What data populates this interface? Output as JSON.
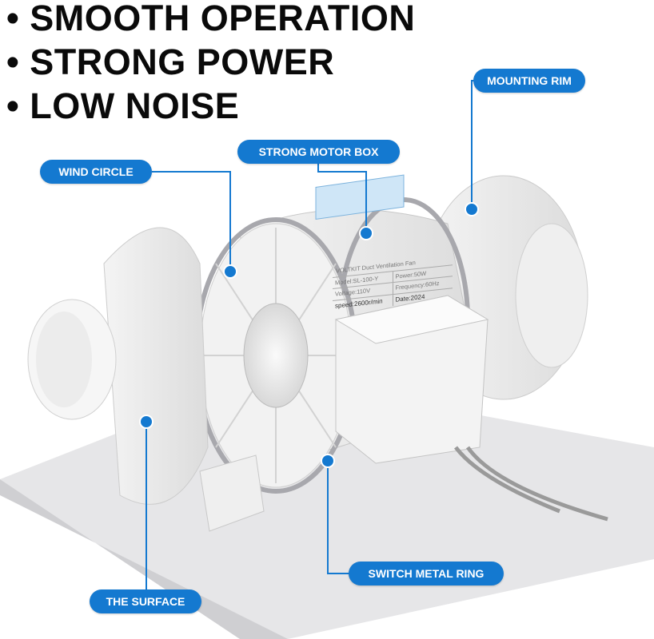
{
  "headlines": [
    "• SMOOTH OPERATION",
    "• STRONG POWER",
    "• LOW NOISE"
  ],
  "callouts": {
    "mounting_rim": "MOUNTING RIM",
    "strong_motor_box": "STRONG MOTOR BOX",
    "wind_circle": "WIND CIRCLE",
    "switch_metal_ring": "SWITCH METAL RING",
    "the_surface": "THE SURFACE"
  },
  "motor_label": {
    "title": "VOLTKIT Duct Ventilation Fan",
    "model": "Model:SL-100-Y",
    "power": "Power:50W",
    "voltage": "Voltage:110V",
    "frequency": "Frequency:60Hz",
    "speed": "speed:2600r/min",
    "date": "Date:2024"
  },
  "colors": {
    "accent": "#1479d0",
    "text": "#0a0a0a",
    "surface": "#e4e4e6"
  }
}
